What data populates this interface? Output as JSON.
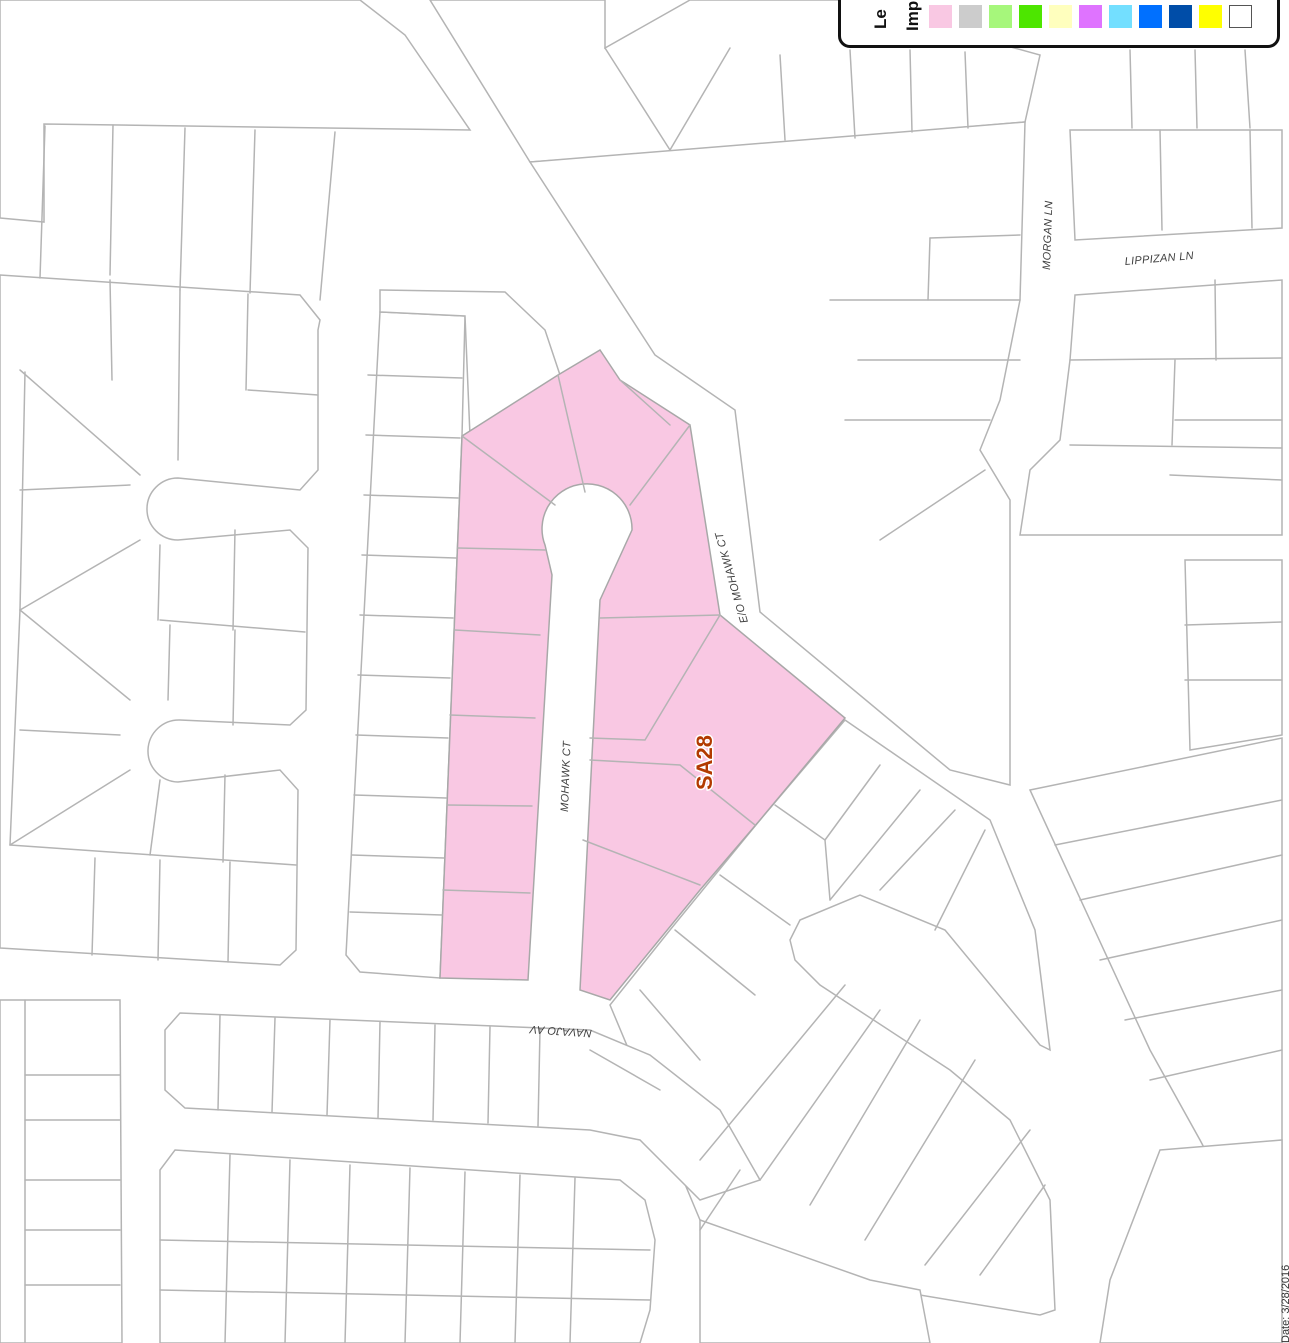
{
  "streets": {
    "mohawk_ct": "MOHAWK CT",
    "eo_mohawk_ct": "E/O MOHAWK CT",
    "navajo_av": "NAVAJO AV",
    "morgan_ln": "MORGAN LN",
    "lippizan_ln": "LIPPIZAN LN"
  },
  "area_label": "SA28",
  "legend": {
    "title_line1": "Le",
    "title_line2": "Imp",
    "swatches": [
      "#f9c8e3",
      "#cccccc",
      "#a6f77b",
      "#4de600",
      "#ffffbe",
      "#df73ff",
      "#73dfff",
      "#0070ff",
      "#004da8",
      "#ffff00",
      "#ffffff"
    ]
  },
  "date_text": "Date: 3/28/2016",
  "colors": {
    "selected_area": "#f9c8e3",
    "parcel_outline": "#b4b4b4",
    "label": "#b23a00"
  }
}
